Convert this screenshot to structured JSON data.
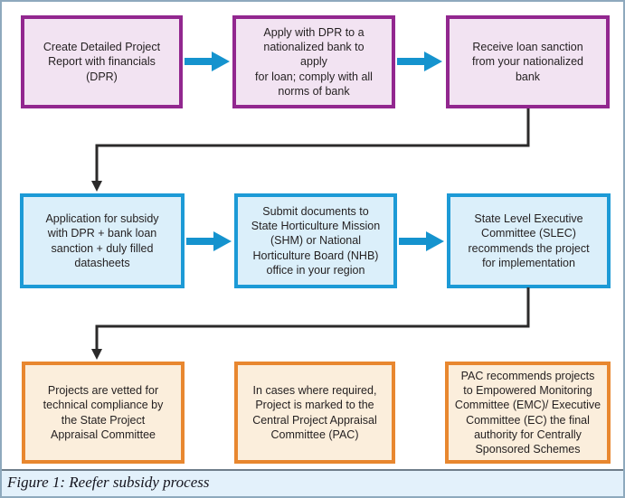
{
  "figure": {
    "caption": "Figure 1: Reefer subsidy process"
  },
  "colors": {
    "stage1_border": "#92278F",
    "stage1_fill": "#F2E3F2",
    "stage2_border": "#1C9AD6",
    "stage2_fill": "#DBEFFA",
    "stage3_border": "#E8872F",
    "stage3_fill": "#FBEEDC",
    "arrow_blue": "#1593CE",
    "arrow_black": "#2B2A2A",
    "frame_border": "#8EA9BD",
    "caption_bg": "#E3F1FB",
    "caption_divider": "#6F7E8A"
  },
  "flowchart": {
    "row1": {
      "stage": "loan-application",
      "boxes": [
        "Create Detailed Project\nReport with financials\n(DPR)",
        "Apply with DPR to a\nnationalized bank to\napply\nfor loan; comply with all\nnorms of bank",
        "Receive loan sanction\nfrom your nationalized\nbank"
      ]
    },
    "row2": {
      "stage": "subsidy-application",
      "boxes": [
        "Application for subsidy\nwith DPR + bank loan\nsanction + duly filled\ndatasheets",
        "Submit documents to\nState Horticulture Mission\n(SHM) or National\nHorticulture Board (NHB)\noffice in your region",
        "State Level Executive\nCommittee (SLEC)\nrecommends the project\nfor implementation"
      ]
    },
    "row3": {
      "stage": "appraisal",
      "boxes": [
        "Projects are vetted for\ntechnical compliance by\nthe State Project\nAppraisal Committee",
        "In cases where required,\nProject is marked to the\nCentral Project Appraisal\nCommittee (PAC)",
        "PAC recommends projects\nto Empowered Monitoring\nCommittee (EMC)/ Executive\nCommittee (EC) the final\nauthority for Centrally\nSponsored Schemes"
      ]
    }
  }
}
